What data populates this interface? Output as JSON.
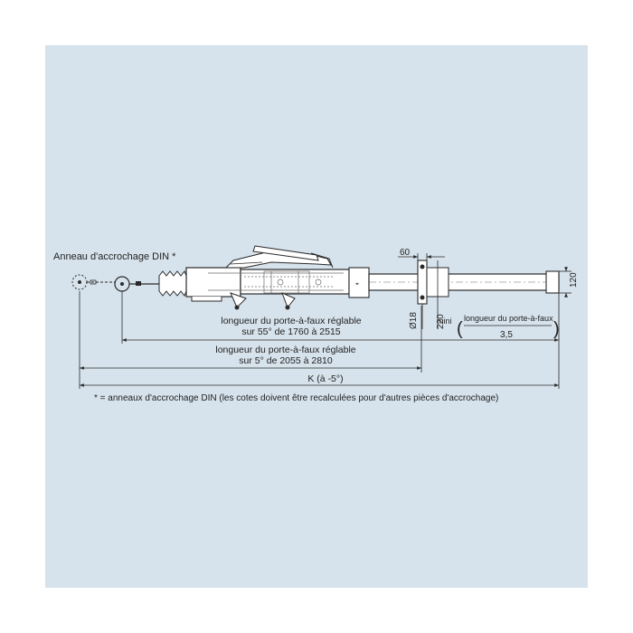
{
  "labels": {
    "ring_title": "Anneau d'accrochage DIN *",
    "dim_60": "60",
    "dim_120": "120",
    "dim_220": "220",
    "dim_d18": "Ø18",
    "mini": "mini",
    "formula_num": "longueur du porte-à-faux",
    "formula_den": "3,5",
    "overhang1_line1": "longueur du porte-à-faux réglable",
    "overhang1_line2": "sur 55° de 1760 à 2515",
    "overhang2_line1": "longueur du porte-à-faux réglable",
    "overhang2_line2": "sur 5° de 2055 à 2810",
    "k_label": "K (à -5°)",
    "footnote": "* = anneaux d'accrochage DIN (les cotes doivent être recalculées pour d'autres pièces d'accrochage)"
  },
  "colors": {
    "panel": "#d7e3ec",
    "line": "#2a2a2a",
    "part_fill": "#eef2f5",
    "hatch": "#6b6b6b"
  }
}
